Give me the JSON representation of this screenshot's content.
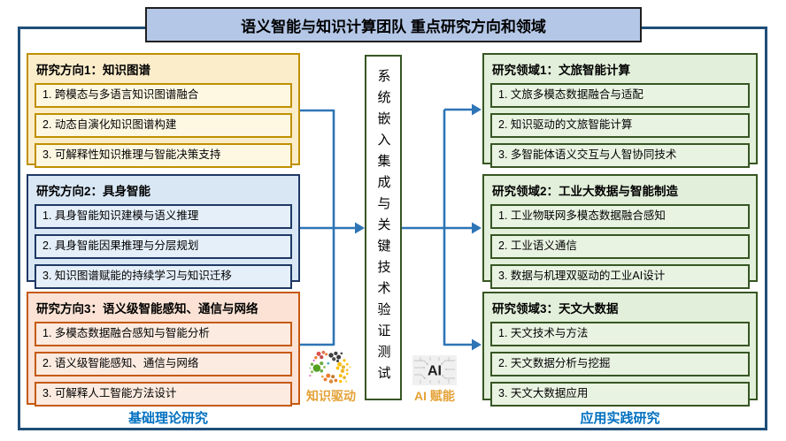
{
  "title": "语义智能与知识计算团队 重点研究方向和领域",
  "left": {
    "footer": "基础理论研究",
    "groups": [
      {
        "header": "研究方向1：知识图谱",
        "items": [
          "1. 跨模态与多语言知识图谱融合",
          "2. 动态自演化知识图谱构建",
          "3. 可解释性知识推理与智能决策支持"
        ]
      },
      {
        "header": "研究方向2：具身智能",
        "items": [
          "1. 具身智能知识建模与语义推理",
          "2. 具身智能因果推理与分层规划",
          "3. 知识图谱赋能的持续学习与知识迁移"
        ]
      },
      {
        "header": "研究方向3：语义级智能感知、通信与网络",
        "items": [
          "1. 多模态数据融合感知与智能分析",
          "2. 语义级智能感知、通信与网络",
          "3. 可解释人工智能方法设计"
        ]
      }
    ]
  },
  "center": {
    "pipeline": "系统嵌入集成与关键技术验证测试",
    "knowledge_icon": {
      "name": "knowledge-graph-icon",
      "label": "知识驱动"
    },
    "ai_icon": {
      "name": "ai-chip-icon",
      "chip_text": "AI",
      "label": "AI 赋能"
    }
  },
  "right": {
    "footer": "应用实践研究",
    "groups": [
      {
        "header": "研究领域1：文旅智能计算",
        "items": [
          "1. 文旅多模态数据融合与适配",
          "2. 知识驱动的文旅智能计算",
          "3. 多智能体语义交互与人智协同技术"
        ]
      },
      {
        "header": "研究领域2：工业大数据与智能制造",
        "items": [
          "1. 工业物联网多模态数据融合感知",
          "2. 工业语义通信",
          "3. 数据与机理双驱动的工业AI设计"
        ]
      },
      {
        "header": "研究领域3：天文大数据",
        "items": [
          "1. 天文技术与方法",
          "2. 天文数据分析与挖掘",
          "3. 天文大数据应用"
        ]
      }
    ]
  },
  "colors": {
    "arrow": "#2E75B6",
    "footer_text": "#0070C0",
    "icon_label": "#E4A237",
    "gold_border": "#BF9000",
    "blue_border": "#1F3864",
    "orange_border": "#C55A11",
    "green_border": "#375623",
    "frame_border": "#1F4E79",
    "title_fill": "#B4C7E7"
  }
}
